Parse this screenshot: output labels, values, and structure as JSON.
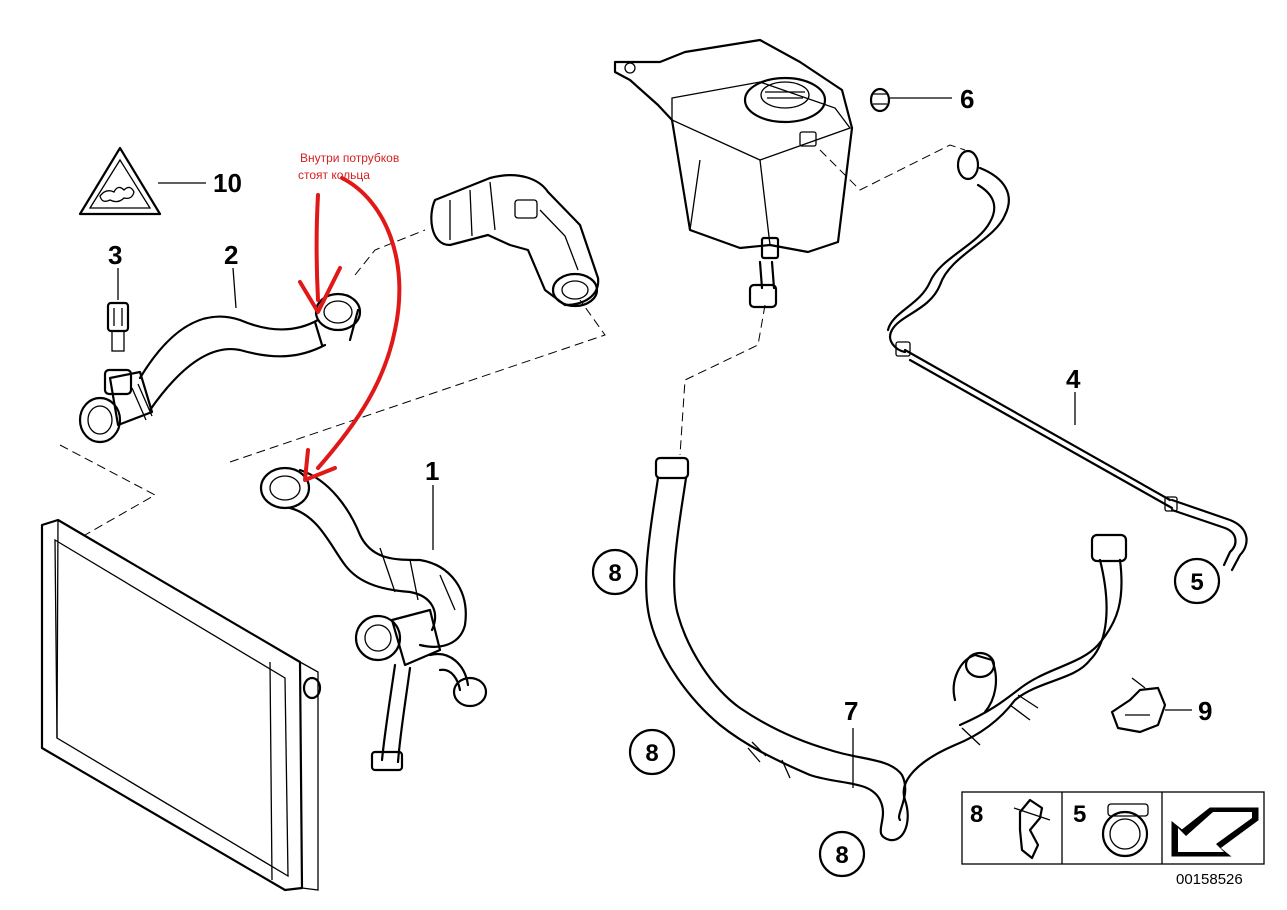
{
  "annotation": {
    "line1": "Внутри потрубков",
    "line2": "стоят   кольца",
    "color": "#e01818"
  },
  "callouts": {
    "c1": "1",
    "c2": "2",
    "c3": "3",
    "c4": "4",
    "c5": "5",
    "c6": "6",
    "c7": "7",
    "c8a": "8",
    "c8b": "8",
    "c8c": "8",
    "c9": "9",
    "c10": "10"
  },
  "legend": {
    "item_a": "8",
    "item_b": "5"
  },
  "document_id": "00158526"
}
